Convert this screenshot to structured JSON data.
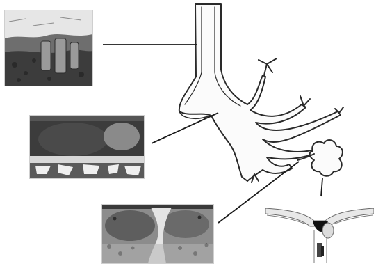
{
  "figure": {
    "panels": [
      {
        "id": "panel-1",
        "structure": "trachea"
      },
      {
        "id": "panel-2",
        "structure": "bronchus"
      },
      {
        "id": "panel-3",
        "structure": "bronchiole"
      },
      {
        "id": "panel-4",
        "structure": "alveolus"
      }
    ],
    "colors": {
      "ink": "#2a2a2a",
      "tissue_dark": "#3c3c3c",
      "tissue_light": "#bdbdbd",
      "background": "#ffffff"
    }
  }
}
